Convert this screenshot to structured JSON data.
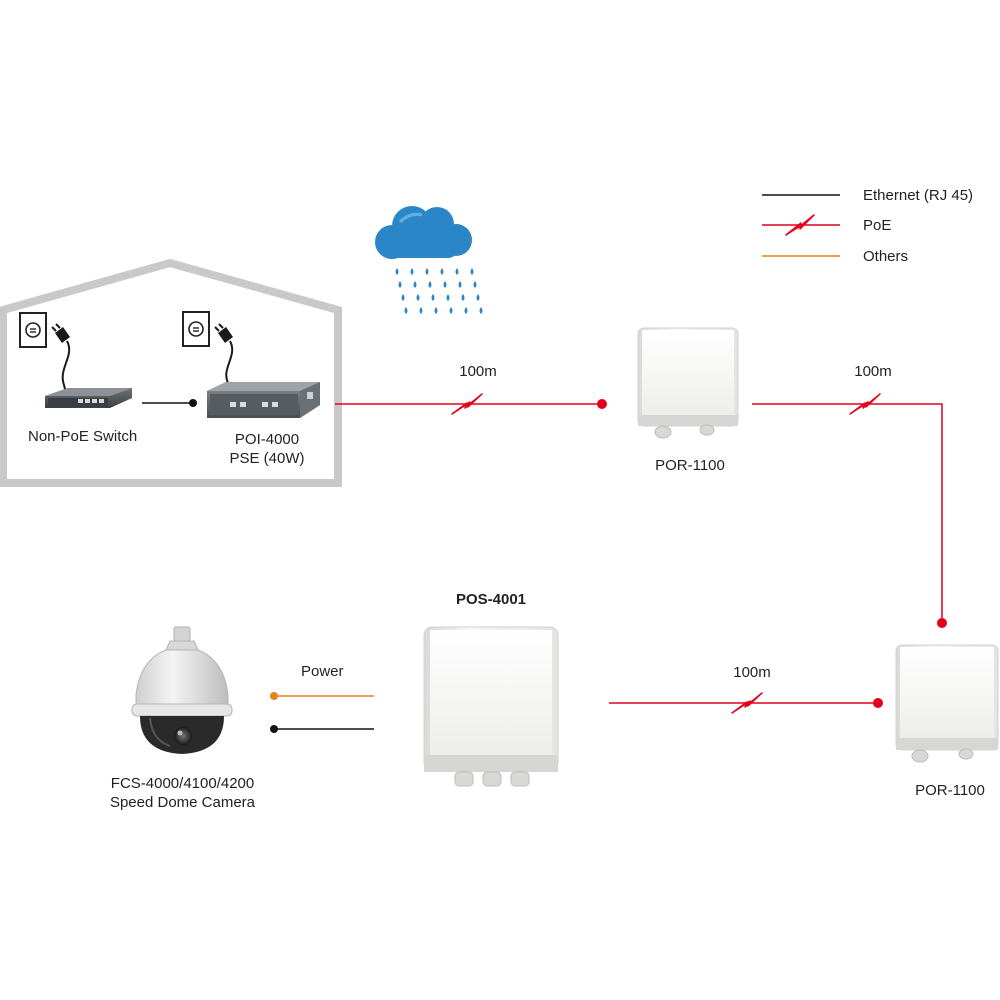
{
  "legend": {
    "ethernet": "Ethernet (RJ 45)",
    "poe": "PoE",
    "others": "Others"
  },
  "devices": {
    "switch": {
      "label": "Non-PoE Switch"
    },
    "injector": {
      "line1": "POI-4000",
      "line2": "PSE (40W)"
    },
    "repeater1": {
      "label": "POR-1100"
    },
    "repeater2": {
      "label": "POR-1100"
    },
    "splitter": {
      "label": "POS-4001"
    },
    "camera": {
      "line1": "FCS-4000/4100/4200",
      "line2": "Speed Dome Camera"
    }
  },
  "links": {
    "injector_to_repeater1": "100m",
    "repeater1_to_repeater2": "100m",
    "repeater2_to_splitter": "100m",
    "power_label": "Power"
  },
  "colors": {
    "ethernet": "#111111",
    "poe": "#e3001b",
    "others": "#e8821e",
    "house": "#c9c9c9",
    "cloud": "#2b86c7",
    "rain": "#2b86c7"
  },
  "icons": [
    "cloud-icon",
    "rain-icon",
    "power-outlet-icon",
    "power-plug-icon",
    "lightning-icon"
  ]
}
